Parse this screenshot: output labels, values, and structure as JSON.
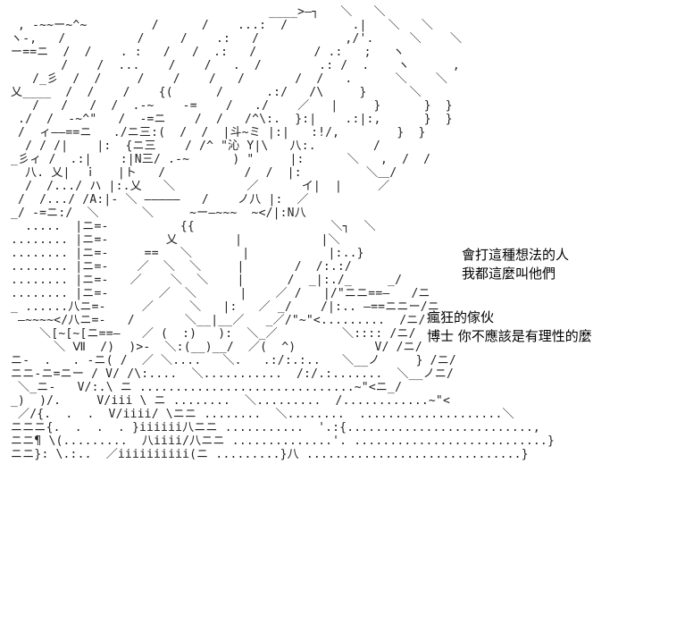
{
  "dialogue": {
    "block_1": {
      "line_1": "會打這種想法的人",
      "line_2": "我都這麼叫他們"
    },
    "block_2": {
      "line_1": "瘋狂的傢伙",
      "line_2": "博士 你不應該是有理性的麼"
    }
  }
}
